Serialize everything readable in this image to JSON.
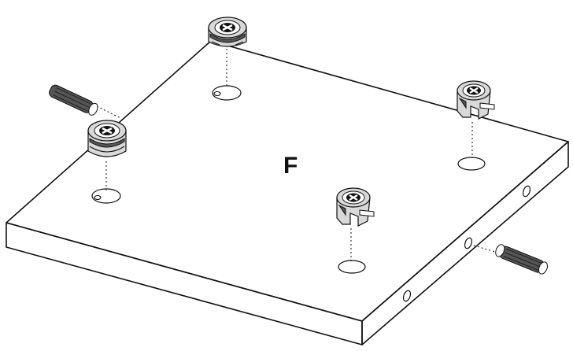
{
  "diagram": {
    "panel_label": "F",
    "colors": {
      "line": "#111111",
      "background": "#ffffff",
      "metal_fill": "#d9d9d9",
      "dowel_fill": "#555555"
    },
    "parts": {
      "cam_locks": 4,
      "dowels": 2,
      "side_holes": 3
    }
  }
}
